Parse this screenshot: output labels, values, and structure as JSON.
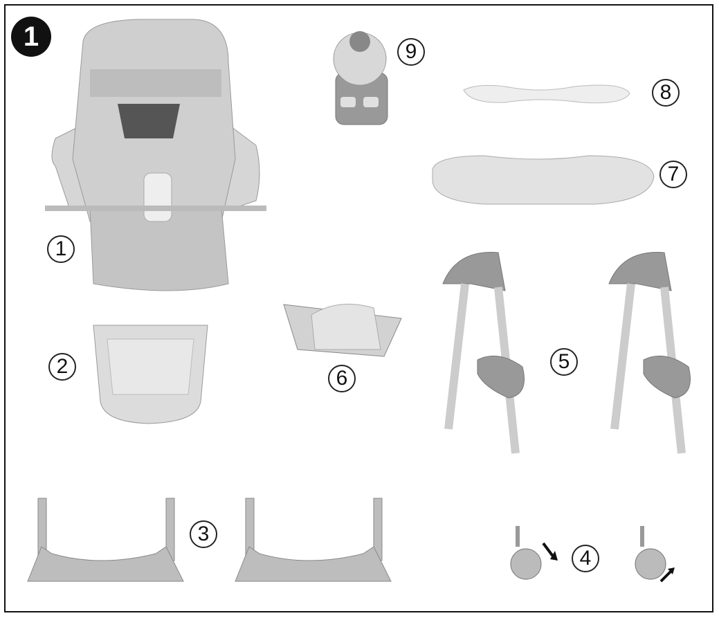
{
  "step_number": "1",
  "parts": [
    {
      "label": "1",
      "icon": "seat-unit-icon"
    },
    {
      "label": "2",
      "icon": "seat-back-shell-icon"
    },
    {
      "label": "3",
      "icon": "base-frame-icon"
    },
    {
      "label": "4",
      "icon": "caster-wheel-icon"
    },
    {
      "label": "5",
      "icon": "leg-assembly-icon"
    },
    {
      "label": "6",
      "icon": "storage-basket-icon"
    },
    {
      "label": "7",
      "icon": "food-tray-icon"
    },
    {
      "label": "8",
      "icon": "tray-insert-icon"
    },
    {
      "label": "9",
      "icon": "toy-icon"
    }
  ],
  "colors": {
    "frame": "#111111",
    "part_fill": "#c9c9c9",
    "part_dark": "#8f8f8f",
    "part_light": "#e6e6e6"
  }
}
